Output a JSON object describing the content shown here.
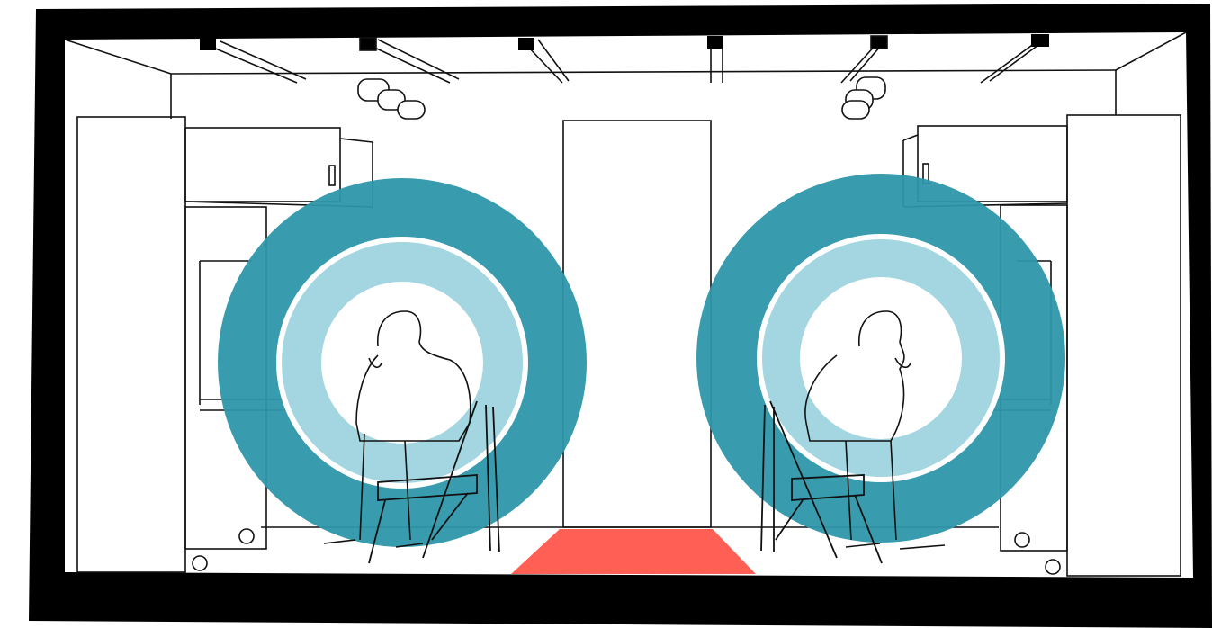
{
  "scene": {
    "kind": "room illustration",
    "zones": [
      {
        "id": "left-workstation",
        "rings": [
          "#2e97aa",
          "#a3d6e1"
        ]
      },
      {
        "id": "right-workstation",
        "rings": [
          "#2e97aa",
          "#a3d6e1"
        ]
      }
    ],
    "doorway_floor_color": "#ff5f55",
    "frame_color": "#000000",
    "line_color": "#111111"
  }
}
